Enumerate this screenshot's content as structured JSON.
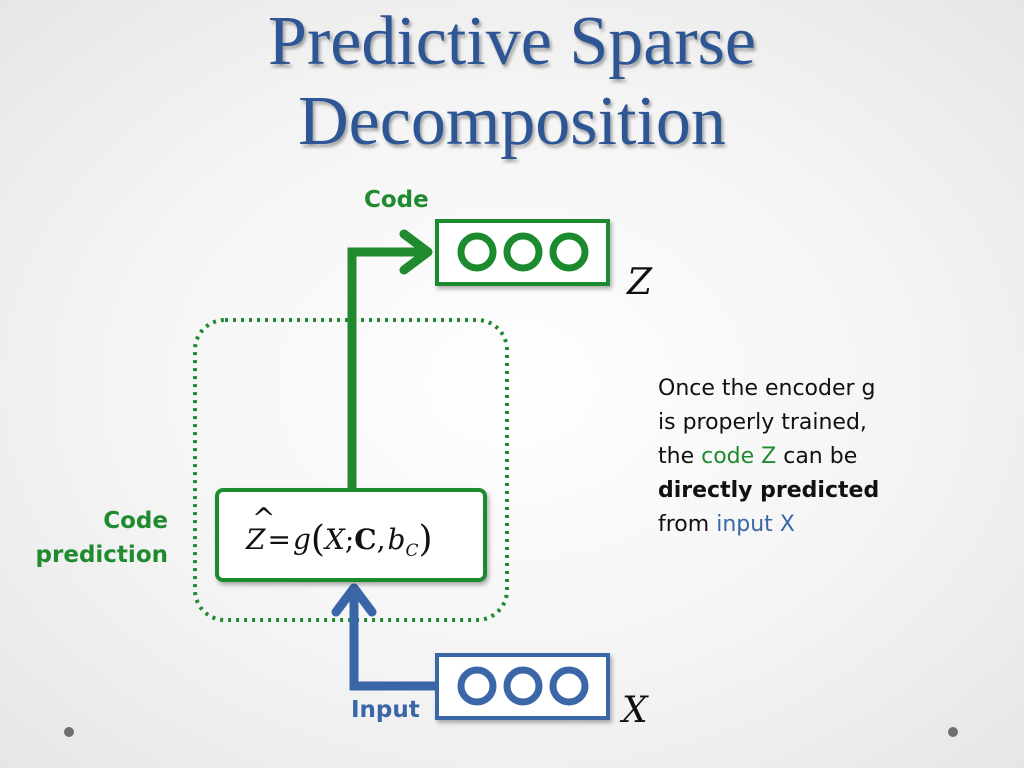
{
  "slide": {
    "title_line1": "Predictive Sparse",
    "title_line2": "Decomposition"
  },
  "diagram": {
    "code_label": "Code",
    "code_var": "Z",
    "input_label": "Input",
    "input_var": "X",
    "code_prediction_line1": "Code",
    "code_prediction_line2": "prediction",
    "equation": {
      "z": "Z",
      "hat": "^",
      "equals": "=",
      "g": "g",
      "open": "(",
      "x": "X",
      "semicolon": ";",
      "c": "C",
      "comma": ",",
      "b": "b",
      "sub": "C",
      "close": ")"
    }
  },
  "description": {
    "l1": "Once the encoder g",
    "l2": "is properly trained,",
    "l3a": "the ",
    "l3b": "code Z",
    "l3c": " can be",
    "l4": "directly predicted",
    "l5a": "from ",
    "l5b": "input X"
  },
  "colors": {
    "green": "#1f8a2e",
    "blue": "#3a66a8",
    "title": "#2e5695"
  }
}
